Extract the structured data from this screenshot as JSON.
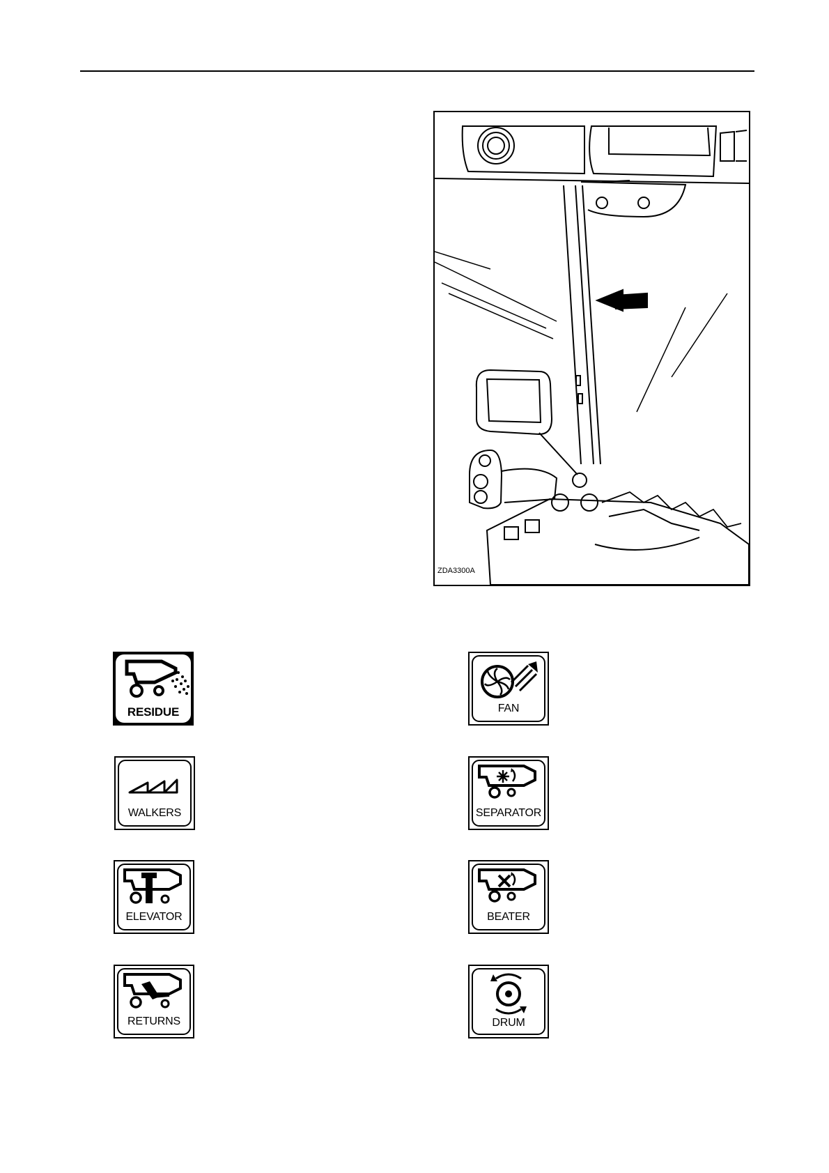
{
  "figure": {
    "code": "ZDA3300A"
  },
  "icons": {
    "residue": "RESIDUE",
    "fan": "FAN",
    "walkers": "WALKERS",
    "separator": "SEPARATOR",
    "elevator": "ELEVATOR",
    "beater": "BEATER",
    "returns": "RETURNS",
    "drum": "DRUM"
  }
}
